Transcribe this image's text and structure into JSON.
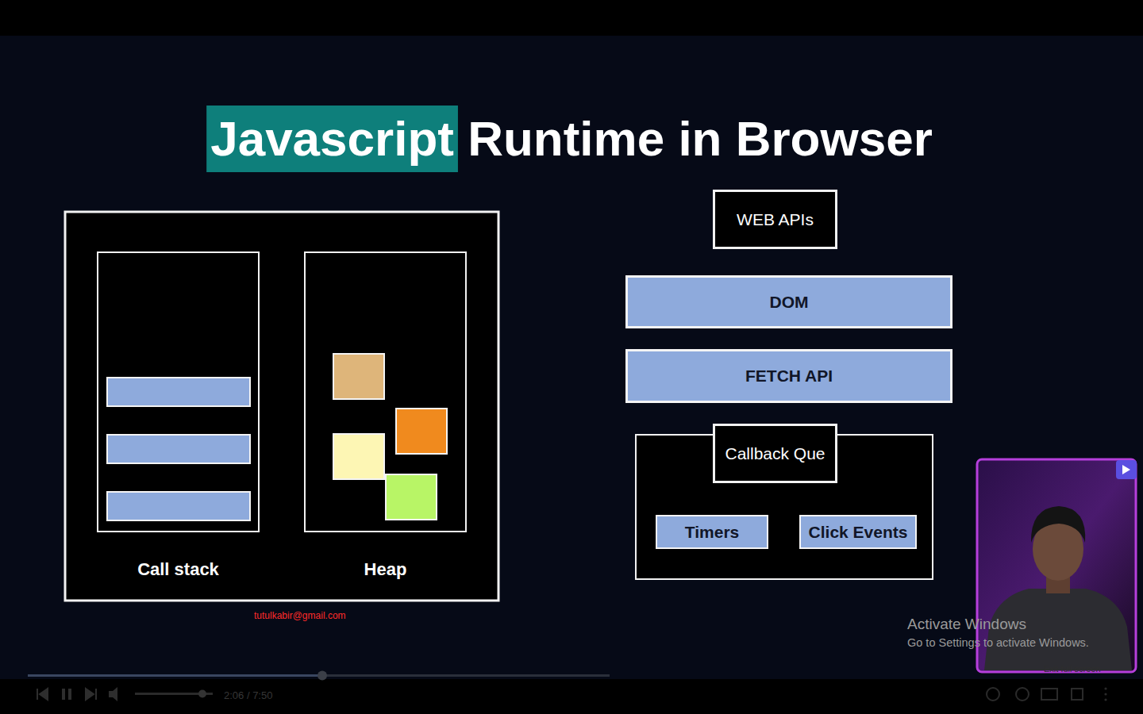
{
  "diagram": {
    "title": "Javascript Runtime in Browser",
    "nodes": [
      {
        "text": [
          "Call stack"
        ]
      },
      {
        "text": [
          "Heap"
        ]
      },
      {
        "text": [
          "WEB APIs"
        ]
      },
      {
        "text": [
          "DOM"
        ]
      },
      {
        "text": [
          "FETCH API"
        ]
      },
      {
        "text": [
          "Callback Que"
        ]
      },
      {
        "text": [
          "Timers"
        ],
        "in": 5
      },
      {
        "text": [
          "Click Events"
        ],
        "in": 5
      }
    ],
    "labels": [
      "tutulkabir@gmail.com",
      "Activate Windows",
      "Go to Settings to activate Windows.",
      "2:06 / 7:50",
      "Exit full screen"
    ]
  }
}
